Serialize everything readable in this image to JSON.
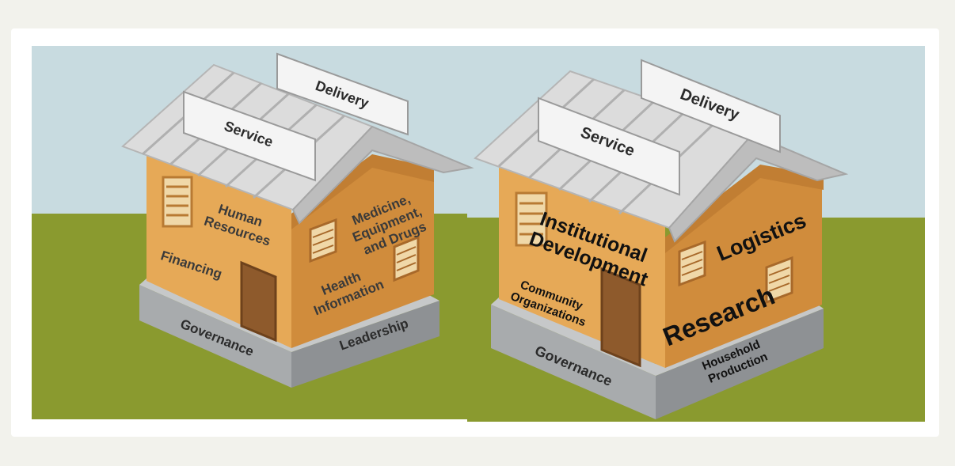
{
  "house_left": {
    "roof_sign_1": "Service",
    "roof_sign_2": "Delivery",
    "front_wall_label_1": "Human Resources",
    "front_wall_label_2": "Financing",
    "side_wall_label_1": "Medicine, Equipment, and Drugs",
    "side_wall_label_2": "Health Information",
    "foundation_front": "Governance",
    "foundation_side": "Leadership"
  },
  "house_right": {
    "roof_sign_1": "Service",
    "roof_sign_2": "Delivery",
    "front_wall_label_1": "Institutional Development",
    "front_wall_label_2": "Community Organizations",
    "side_wall_label_1": "Logistics",
    "side_wall_label_2": "Research",
    "foundation_front": "Governance",
    "foundation_side": "Household Production"
  },
  "colors": {
    "sky": "#c8dbe0",
    "grass": "#8a9a2f",
    "wall_front": "#e6a957",
    "wall_side": "#d08c3c",
    "foundation_front": "#a8abad",
    "foundation_side": "#8e9194",
    "roof": "#dcdcdc",
    "door": "#8e5a2c"
  }
}
